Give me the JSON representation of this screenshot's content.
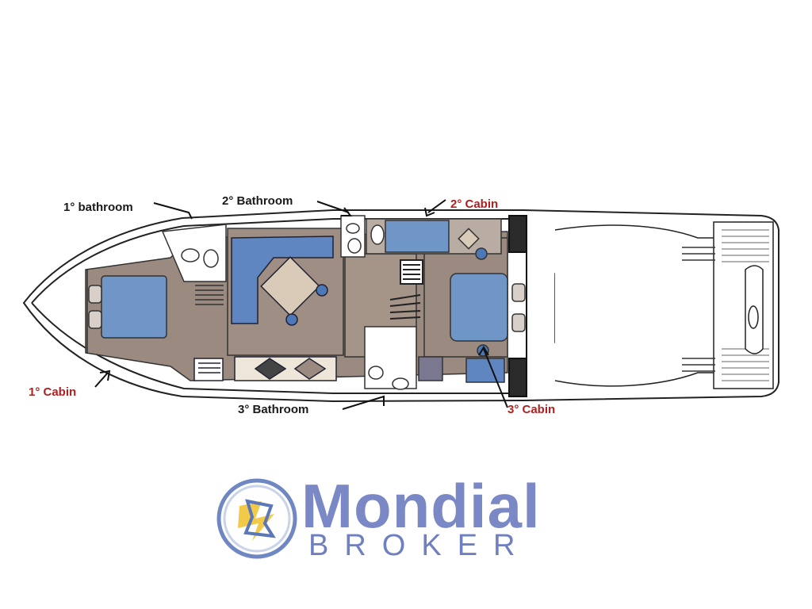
{
  "labels": {
    "bathroom_1": "1° bathroom",
    "bathroom_2": "2° Bathroom",
    "cabin_2": "2° Cabin",
    "cabin_1": "1° Cabin",
    "bathroom_3": "3° Bathroom",
    "cabin_3": "3° Cabin"
  },
  "logo": {
    "name": "Mondial",
    "subtitle": "BROKER"
  },
  "colors": {
    "floor": "#9a8a80",
    "cushion_blue": "#7096c8",
    "outline": "#222222",
    "label_red": "#b02020",
    "logo_blue": "#7b88c6"
  }
}
